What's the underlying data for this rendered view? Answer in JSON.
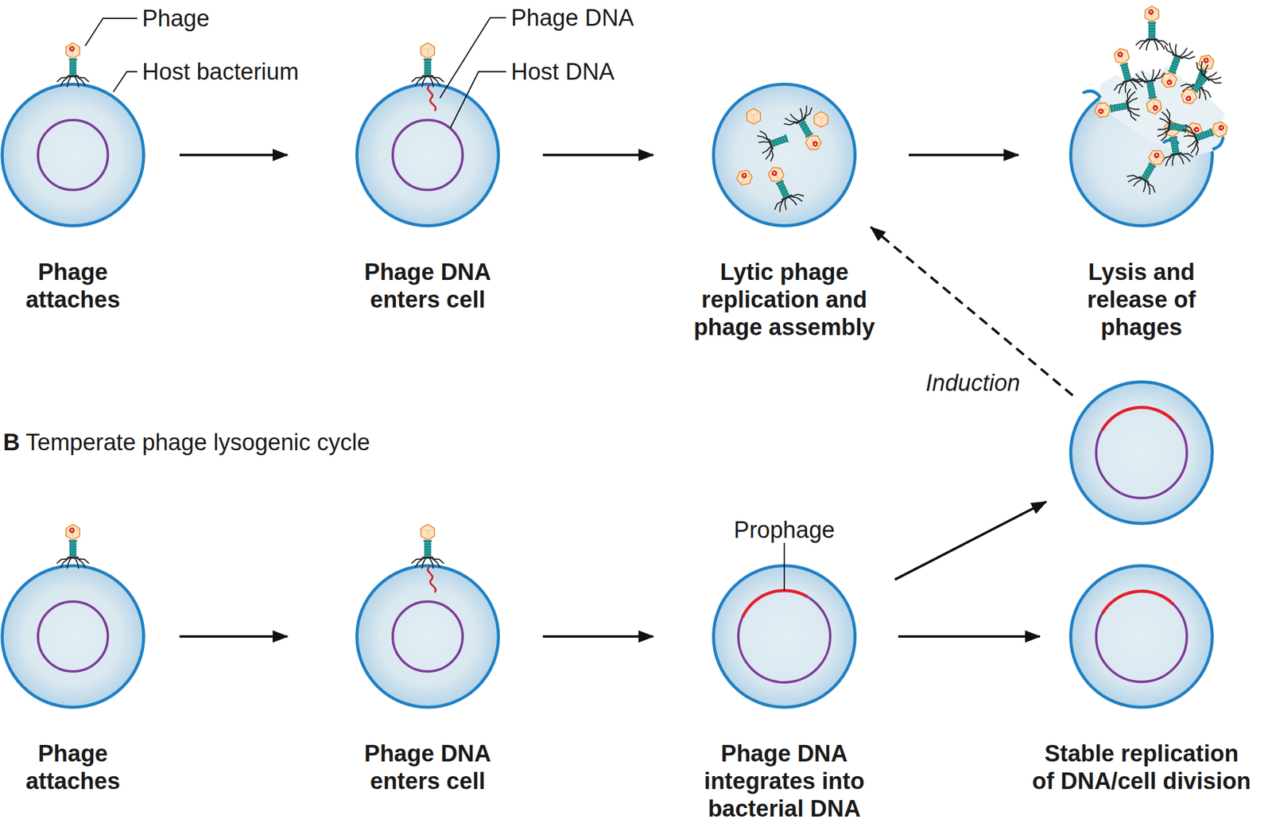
{
  "diagram": {
    "nodes": [
      {
        "text": [
          "Phage attaches"
        ]
      },
      {
        "text": [
          "Phage DNA enters cell"
        ]
      },
      {
        "text": [
          "Lytic phage replication and phage assembly"
        ]
      },
      {
        "text": [
          "Lysis and release of phages"
        ]
      },
      {
        "text": [
          "Phage attaches"
        ]
      },
      {
        "text": [
          "Phage DNA enters cell"
        ]
      },
      {
        "text": [
          "Phage DNA integrates into bacterial DNA"
        ]
      },
      {
        "text": []
      },
      {
        "text": [
          "Stable replication of DNA/cell division"
        ]
      }
    ],
    "edges": [
      {
        "from": 0,
        "to": 1,
        "arrow": "to"
      },
      {
        "from": 1,
        "to": 2,
        "arrow": "to"
      },
      {
        "from": 2,
        "to": 3,
        "arrow": "to"
      },
      {
        "from": 4,
        "to": 5,
        "arrow": "to"
      },
      {
        "from": 5,
        "to": 6,
        "arrow": "to"
      },
      {
        "from": 6,
        "to": 7,
        "arrow": "to"
      },
      {
        "from": 6,
        "to": 8,
        "arrow": "to"
      },
      {
        "from": 7,
        "to": 2,
        "label": "Induction",
        "arrow": "to"
      }
    ],
    "labels": [
      "Phage",
      "Host bacterium",
      "Phage DNA",
      "Host DNA",
      "Prophage",
      "B",
      "Temperate phage lysogenic cycle"
    ]
  }
}
